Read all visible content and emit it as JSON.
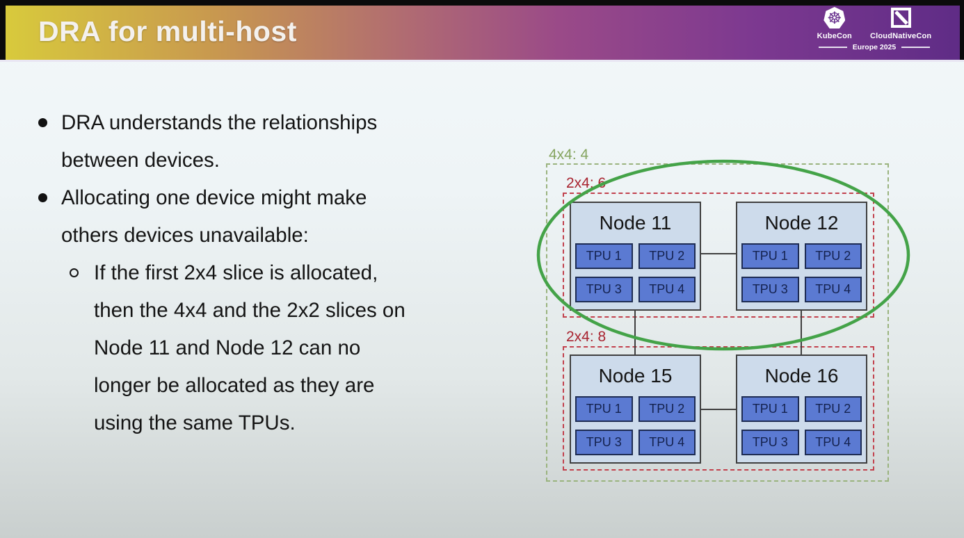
{
  "header": {
    "title": "DRA for multi-host",
    "logos": {
      "kubecon_label": "KubeCon",
      "cloudnativecon_label": "CloudNativeCon",
      "event_label": "Europe 2025"
    }
  },
  "bullets": [
    {
      "level": 1,
      "lines": [
        "DRA understands the relationships",
        "between devices."
      ]
    },
    {
      "level": 1,
      "lines": [
        "Allocating one device might make",
        "others devices unavailable:"
      ]
    },
    {
      "level": 2,
      "lines": [
        "If the first 2x4 slice is allocated,",
        "then the 4x4 and the 2x2 slices on",
        "Node 11 and Node 12 can no",
        "longer be allocated as they are",
        "using the same TPUs."
      ]
    }
  ],
  "diagram": {
    "groups": {
      "outer_label": "4x4: 4",
      "top_label": "2x4: 6",
      "bottom_label": "2x4: 8"
    },
    "nodes": [
      {
        "label": "Node 11",
        "tpus": [
          "TPU 1",
          "TPU 2",
          "TPU 3",
          "TPU 4"
        ]
      },
      {
        "label": "Node 12",
        "tpus": [
          "TPU 1",
          "TPU 2",
          "TPU 3",
          "TPU 4"
        ]
      },
      {
        "label": "Node 15",
        "tpus": [
          "TPU 1",
          "TPU 2",
          "TPU 3",
          "TPU 4"
        ]
      },
      {
        "label": "Node 16",
        "tpus": [
          "TPU 1",
          "TPU 2",
          "TPU 3",
          "TPU 4"
        ]
      }
    ],
    "colors": {
      "outer_box_green": "#9ab37e",
      "outer_label_green": "#85a45f",
      "slice_box_red": "#c2414d",
      "slice_label_red": "#a8232f",
      "node_fill": "#cddbeb",
      "node_border": "#3f3f3f",
      "tpu_fill": "#5b7ad2",
      "tpu_border": "#1d2b52",
      "tpu_text": "#14224e",
      "selection_ellipse_green": "#44a348",
      "connector": "#3f3f3f"
    },
    "header_gradient": [
      "#d8ca3c",
      "#c8984f",
      "#b06b72",
      "#9a4a88",
      "#7d3990",
      "#5f2c86"
    ]
  }
}
